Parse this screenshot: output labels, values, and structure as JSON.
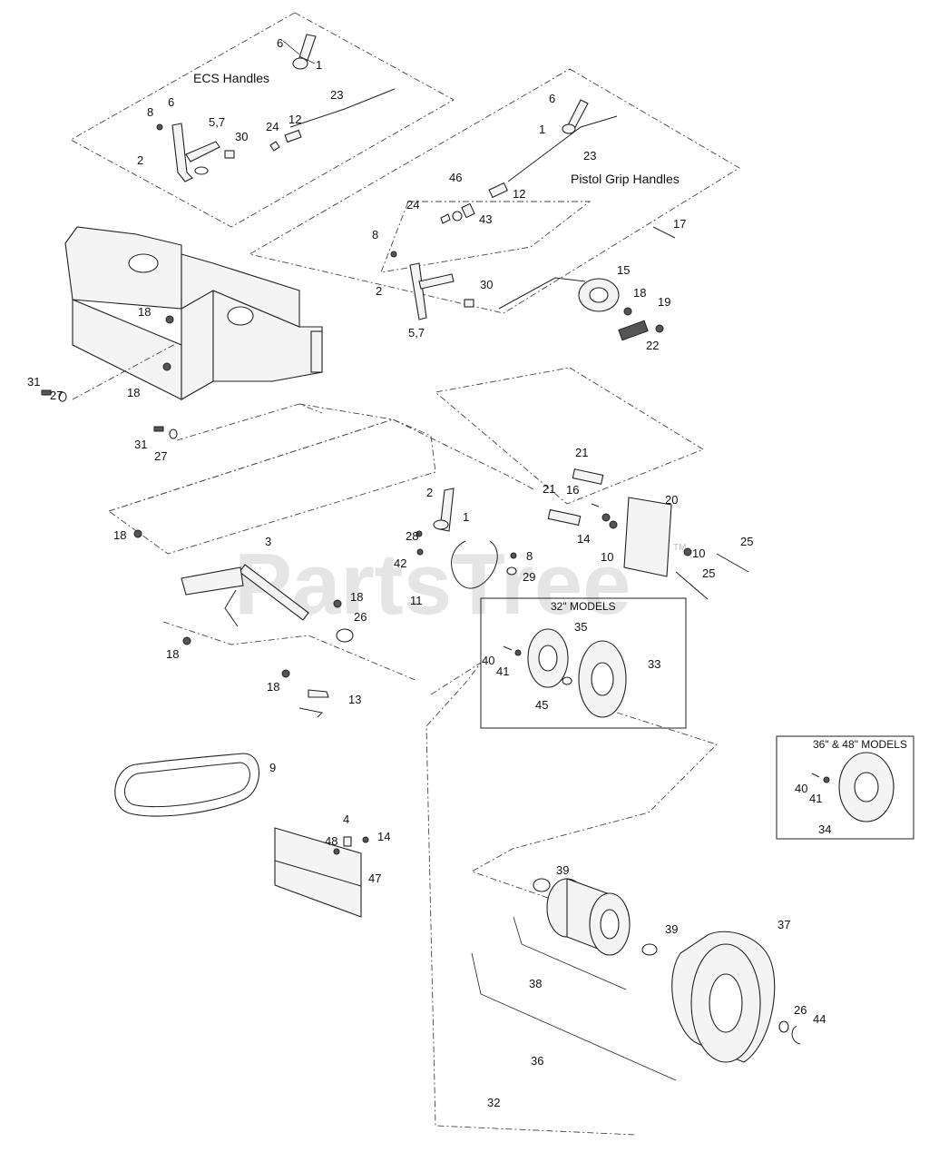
{
  "titles": {
    "ecs_handles": "ECS Handles",
    "pistol_grip_handles": "Pistol Grip Handles"
  },
  "boxes": {
    "models_32": "32\" MODELS",
    "models_36_48": "36\" & 48\" MODELS"
  },
  "watermark": "PartsTree",
  "trademark": "TM",
  "callouts": {
    "ecs_6a": "6",
    "ecs_1": "1",
    "ecs_23": "23",
    "ecs_6b": "6",
    "ecs_8": "8",
    "ecs_57": "5,7",
    "ecs_24": "24",
    "ecs_12": "12",
    "ecs_30": "30",
    "ecs_2": "2",
    "pg_6": "6",
    "pg_1": "1",
    "pg_23": "23",
    "pg_46": "46",
    "pg_12": "12",
    "pg_24": "24",
    "pg_43": "43",
    "pg_17": "17",
    "pg_8": "8",
    "pg_15": "15",
    "pg_18": "18",
    "pg_19": "19",
    "pg_2": "2",
    "pg_30": "30",
    "pg_57": "5,7",
    "pg_22": "22",
    "fr_18a": "18",
    "fr_18b": "18",
    "fr_31a": "31",
    "fr_27a": "27",
    "fr_31b": "31",
    "fr_27b": "27",
    "br_21a": "21",
    "br_21b": "21",
    "br_16": "16",
    "br_20": "20",
    "br_14": "14",
    "br_10a": "10",
    "br_10b": "10",
    "br_25a": "25",
    "br_25b": "25",
    "ln_2": "2",
    "ln_1": "1",
    "ln_28": "28",
    "ln_42": "42",
    "ln_8": "8",
    "ln_29": "29",
    "ln_11": "11",
    "ln_3": "3",
    "ln_18a": "18",
    "ln_18b": "18",
    "ln_26": "26",
    "ln_18c": "18",
    "ln_18d": "18",
    "ln_13": "13",
    "m32_35": "35",
    "m32_33": "33",
    "m32_40": "40",
    "m32_41": "41",
    "m32_45": "45",
    "m36_40": "40",
    "m36_41": "41",
    "m36_34": "34",
    "belt_9": "9",
    "gd_4": "4",
    "gd_48": "48",
    "gd_14": "14",
    "gd_47": "47",
    "wh_39a": "39",
    "wh_39b": "39",
    "wh_38": "38",
    "wh_37": "37",
    "wh_26": "26",
    "wh_44": "44",
    "wh_36": "36",
    "wh_32": "32"
  }
}
